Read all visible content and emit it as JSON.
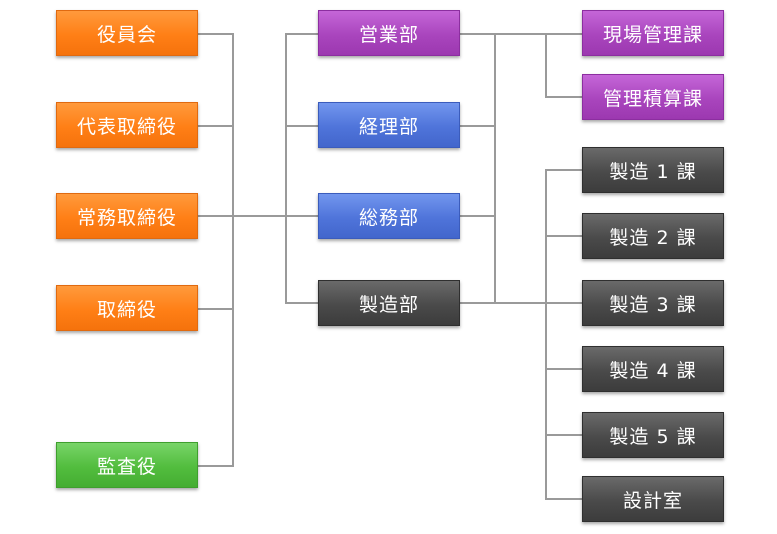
{
  "executives": [
    {
      "label": "役員会",
      "color": "orange"
    },
    {
      "label": "代表取締役",
      "color": "orange"
    },
    {
      "label": "常務取締役",
      "color": "orange"
    },
    {
      "label": "取締役",
      "color": "orange"
    },
    {
      "label": "監査役",
      "color": "green"
    }
  ],
  "departments": [
    {
      "label": "営業部",
      "color": "purple"
    },
    {
      "label": "経理部",
      "color": "blue"
    },
    {
      "label": "総務部",
      "color": "blue"
    },
    {
      "label": "製造部",
      "color": "dark"
    }
  ],
  "sections": [
    {
      "label": "現場管理課",
      "color": "purple"
    },
    {
      "label": "管理積算課",
      "color": "purple"
    },
    {
      "label": "製造 1 課",
      "color": "dark"
    },
    {
      "label": "製造 2 課",
      "color": "dark"
    },
    {
      "label": "製造 3 課",
      "color": "dark"
    },
    {
      "label": "製造 4 課",
      "color": "dark"
    },
    {
      "label": "製造 5 課",
      "color": "dark"
    },
    {
      "label": "設計室",
      "color": "dark"
    }
  ],
  "colors": {
    "orange": "#ff7f16",
    "green": "#52bd3e",
    "purple": "#a945bd",
    "blue": "#4f74da",
    "dark": "#4a4a4a",
    "connector": "#999999"
  }
}
